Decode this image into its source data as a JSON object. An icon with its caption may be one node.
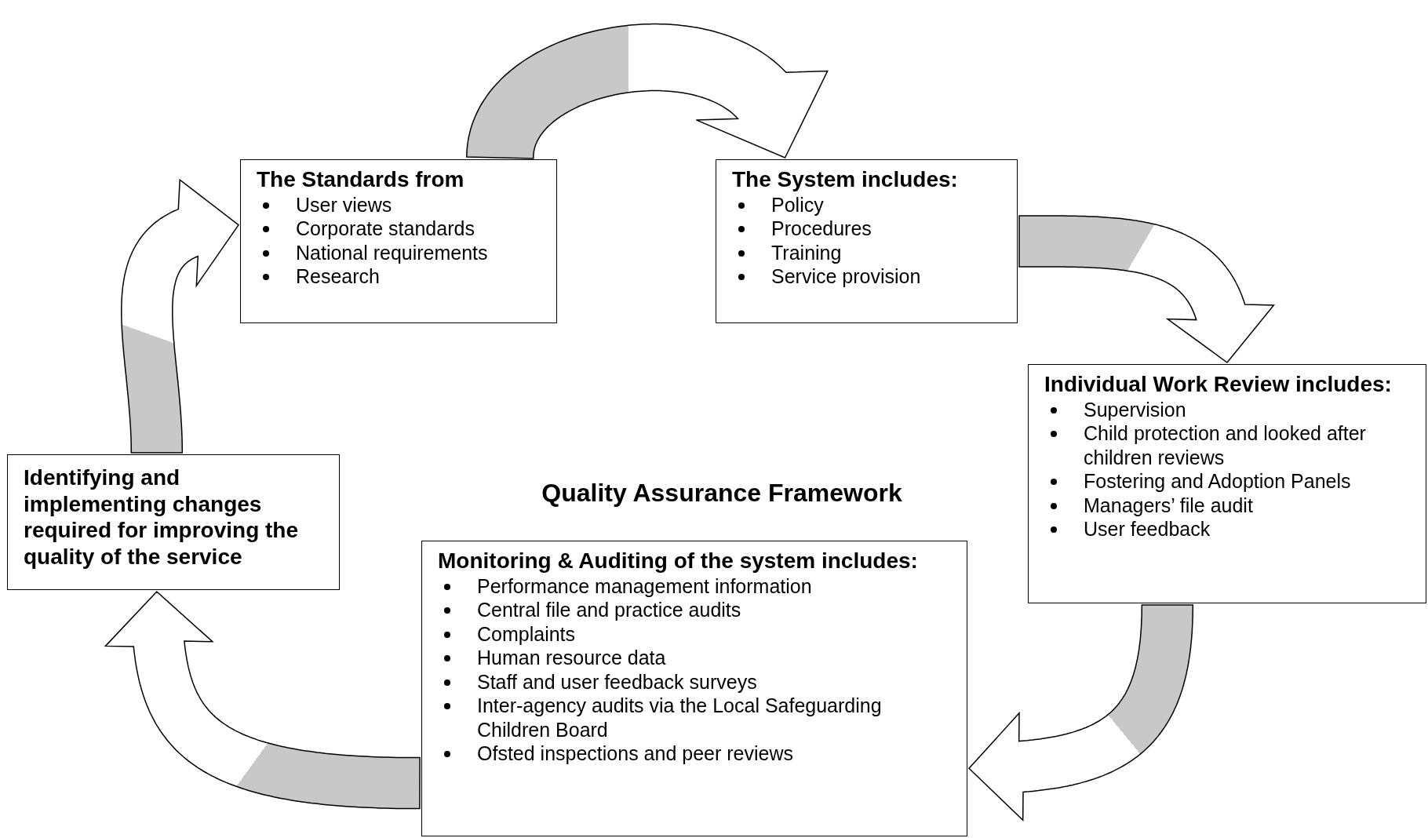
{
  "diagram": {
    "title": "Quality Assurance Framework",
    "nodes": [
      {
        "text": [
          "The Standards from",
          "User views",
          "Corporate standards",
          "National requirements",
          "Research"
        ]
      },
      {
        "text": [
          "The System includes:",
          "Policy",
          "Procedures",
          "Training",
          "Service provision"
        ]
      },
      {
        "text": [
          "Individual Work Review includes:",
          "Supervision",
          "Child protection and looked after children reviews",
          "Fostering and Adoption Panels",
          "Managers’ file audit",
          "User feedback"
        ]
      },
      {
        "text": [
          "Monitoring & Auditing of the system includes:",
          "Performance management information",
          "Central file and practice audits",
          "Complaints",
          "Human resource data",
          "Staff and user feedback surveys",
          "Inter-agency audits via the Local Safeguarding Children Board",
          "Ofsted inspections and peer reviews"
        ]
      },
      {
        "text": [
          "Identifying and implementing changes required for improving the quality of the service"
        ]
      }
    ],
    "edges": [
      {
        "from": 0,
        "to": 1,
        "arrow": "to",
        "style": "thick"
      },
      {
        "from": 1,
        "to": 2,
        "arrow": "to",
        "style": "thick"
      },
      {
        "from": 2,
        "to": 3,
        "arrow": "to",
        "style": "thick"
      },
      {
        "from": 3,
        "to": 4,
        "arrow": "to",
        "style": "thick"
      },
      {
        "from": 4,
        "to": 0,
        "arrow": "to",
        "style": "thick"
      }
    ]
  }
}
